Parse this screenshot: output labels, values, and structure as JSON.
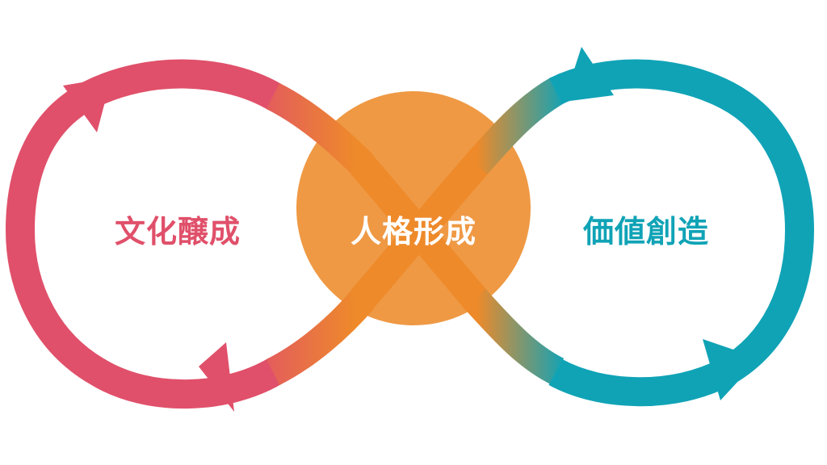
{
  "diagram": {
    "left_label": "文化醸成",
    "center_label": "人格形成",
    "right_label": "価値創造"
  },
  "colors": {
    "pink": "#e0506a",
    "orange": "#ee8a2a",
    "center_fill": "#ef9944",
    "teal": "#10a3b6",
    "center_text": "#ffffff"
  }
}
